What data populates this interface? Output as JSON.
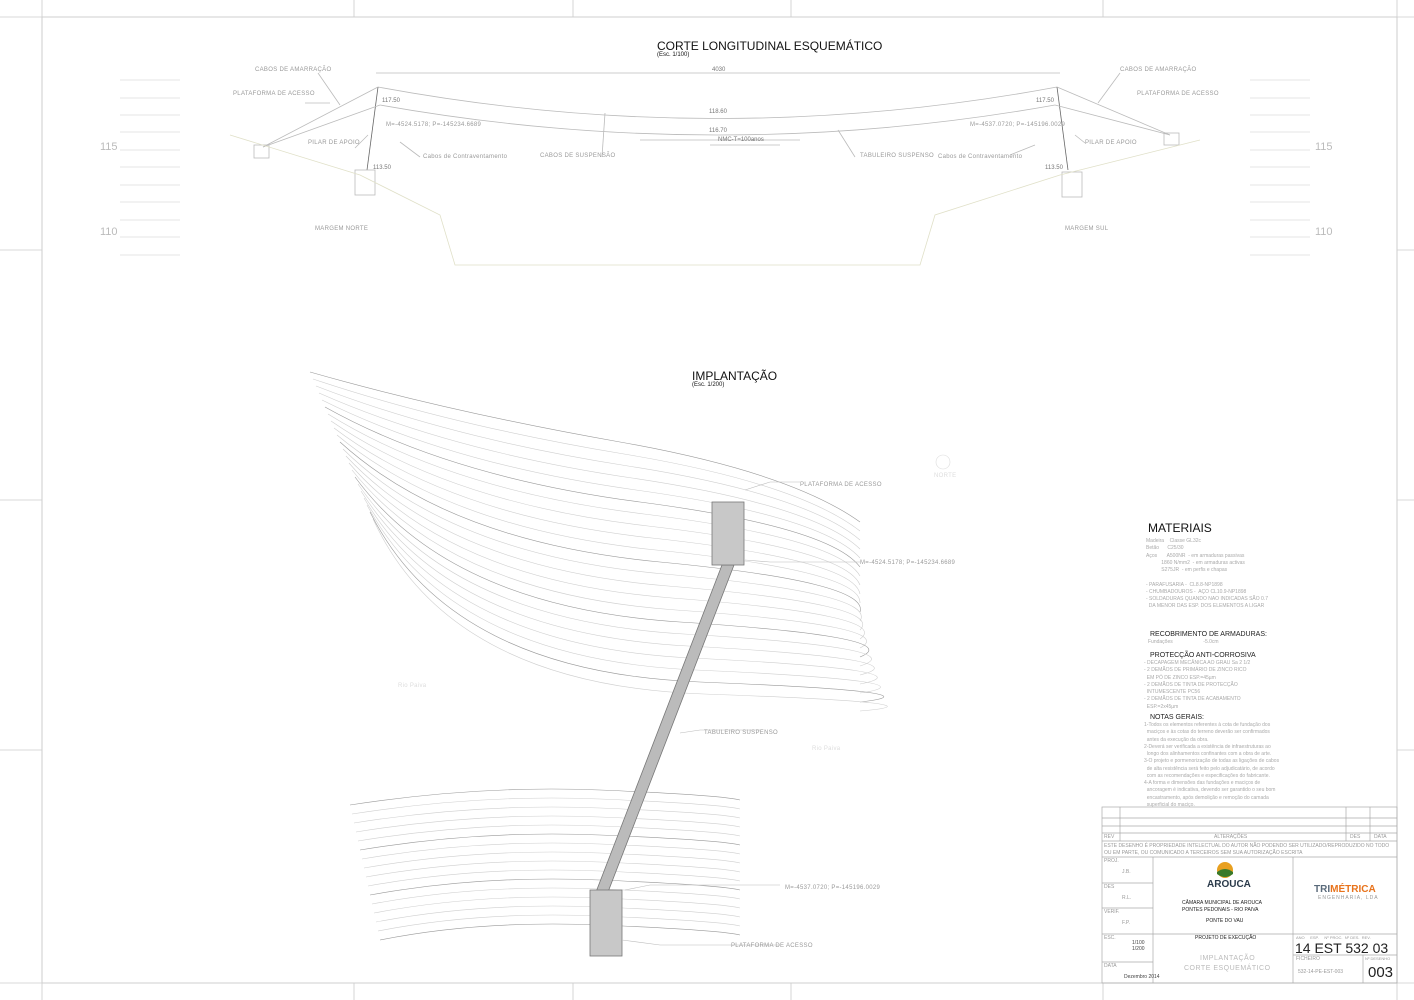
{
  "corte": {
    "title": "CORTE LONGITUDINAL ESQUEMÁTICO",
    "scale": "(Esc. 1/100)",
    "span": "4030",
    "labels": {
      "cabos_amarracao_l": "CABOS DE AMARRAÇÃO",
      "plataforma_l": "PLATAFORMA DE ACESSO",
      "pilar_l": "PILAR DE APOIO",
      "contrav_l": "Cabos de Contraventamento",
      "cabos_suspensao": "CABOS DE SUSPENSÃO",
      "tabuleiro": "TABULEIRO SUSPENSO",
      "contrav_r": "Cabos de Contraventamento",
      "pilar_r": "PILAR DE APOIO",
      "cabos_amarracao_r": "CABOS DE AMARRAÇÃO",
      "plataforma_r": "PLATAFORMA DE ACESSO",
      "margem_norte": "MARGEM NORTE",
      "margem_sul": "MARGEM SUL",
      "coord_l": "M=-4524.5178; P=-145234.6689",
      "coord_r": "M=-4537.0720; P=-145196.0029",
      "lvl_l_top": "117.50",
      "lvl_l_bot": "113.50",
      "lvl_r_top": "117.50",
      "lvl_r_bot": "113.50",
      "lvl_mid1": "118.60",
      "lvl_mid2": "116.70",
      "flood": "NMC-T=100anos"
    },
    "elevations": [
      "115",
      "110",
      "115",
      "110"
    ]
  },
  "implantacao": {
    "title": "IMPLANTAÇÃO",
    "scale": "(Esc. 1/200)",
    "north": "NORTE",
    "plataforma_top": "PLATAFORMA DE ACESSO",
    "coord_top": "M=-4524.5178; P=-145234.6689",
    "tabuleiro": "TABULEIRO SUSPENSO",
    "coord_bot": "M=-4537.0720; P=-145196.0029",
    "plataforma_bot": "PLATAFORMA DE ACESSO",
    "river_l": "Rio Paiva",
    "river_r": "Rio Paiva"
  },
  "materiais": {
    "title": "MATERIAIS",
    "body": "Madeira    Classe GL32c\nBetão      C25/30\nAços       A500NR  - em armaduras passivas\n           1860 N/mm2  - em armaduras activas\n           S275JR  - em perfis e chapas\n\n- PARAFUSARIA -  CL8.8-NP1898\n- CHUMBADOUROS -  AÇO CL10.9-NP1898\n- SOLDADURAS QUANDO NAO INDICADAS SÃO 0.7\n  DA MENOR DAS ESP. DOS ELEMENTOS A LIGAR",
    "recob_title": "RECOBRIMENTO DE ARMADURAS:",
    "recob_body": "Fundações                      -5.0cm",
    "prot_title": "PROTECÇÃO ANTI-CORROSIVA",
    "prot_body": "- DECAPAGEM MECÂNICA AO GRAU Sa 2 1/2\n- 2 DEMÃOS DE PRIMÁRIO DE ZINCO RICO\n  EM PÓ DE ZINCO ESP.=45µm\n- 2 DEMÃOS DE TINTA DE PROTECÇÃO\n  INTUMESCENTE PC56\n- 2 DEMÃOS DE TINTA DE ACABAMENTO\n  ESP.=2x45µm",
    "notas_title": "NOTAS GERAIS:",
    "notas_body": "1-Todos os elementos referentes à cota de fundação dos\n  maciços e às cotas do terreno deverão ser confirmados\n  antes da execução da obra.\n2-Deverá ser verificada a existência de infraestruturas ao\n  longo dos alinhamentos confinantes com a obra de arte.\n3-O projeto e pormenorização de todas as ligações de cabos\n  de alta resistência será feito pelo adjudicatário, de acordo\n  com as recomendações e especificações do fabricante.\n4-A forma e dimensões das fundações e maciços de\n  ancoragem é indicativa, devendo ser garantido o seu bom\n  encastramento, após demolição e remoção do camada\n  superficial do maciço."
  },
  "title_block": {
    "rev": "REV",
    "alteracoes": "ALTERAÇÕES",
    "des": "DES",
    "data_col": "DATA",
    "notice": "ESTE DESENHO É PROPRIEDADE INTELECTUAL DO AUTOR NÃO PODENDO SER UTILIZADO/REPRODUZIDO NO TODO OU EM PARTE, OU COMUNICADO A TERCEIROS SEM SUA AUTORIZAÇÃO ESCRITA",
    "proj_label": "PROJ.",
    "proj_val": "J.B.",
    "des_label": "DES",
    "des_val": "R.L.",
    "verif_label": "VERIF.",
    "verif_val": "F.P.",
    "esc_label": "ESC.",
    "esc_val1": "1/100",
    "esc_val2": "1/200",
    "data_label": "DATA",
    "data_val": "Dezembro 2014",
    "client_logo": "AROUCA",
    "client1": "CÂMARA MUNICIPAL DE AROUCA",
    "client2": "PONTES PEDONAIS  - RIO PAIVA",
    "client3": "PONTE DO VAU",
    "firm_logo_a": "TRI",
    "firm_logo_b": "MÉTRICA",
    "firm_sub": "ENGENHARIA, LDA",
    "phase": "PROJETO DE EXECUÇÃO",
    "sheet_title1": "IMPLANTAÇÃO",
    "sheet_title2": "CORTE  ESQUEMÁTICO",
    "code_headers": "ANO     ESP.     Nº PROC.  Nº DES.  REV.",
    "code": "14 EST 532 03",
    "ficheiro_label": "FICHEIRO",
    "ficheiro": "532-14-PE-EST-003",
    "num_label": "Nº DESENHO",
    "num": "003",
    "colors": {
      "accent": "#e8731c",
      "firm": "#c0392b"
    }
  }
}
